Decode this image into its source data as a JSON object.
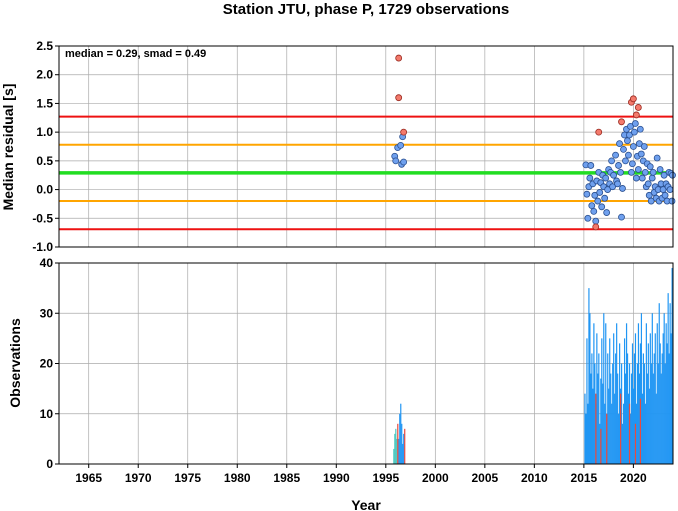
{
  "figure": {
    "title": "Station JTU, phase P, 1729 observations",
    "xlabel": "Year"
  },
  "chart_data": [
    {
      "type": "scatter",
      "ylabel": "Median residual [s]",
      "annotation": "median = 0.29, smad = 0.49",
      "xlim": [
        1962,
        2024
      ],
      "ylim": [
        -1.0,
        2.5
      ],
      "yticks": [
        "-1.0",
        "-0.5",
        "0.0",
        "0.5",
        "1.0",
        "1.5",
        "2.0",
        "2.5"
      ],
      "grid": true,
      "colors": {
        "normal": "#6fa0ee",
        "outlier": "#f37a6c",
        "median": "#22dd22",
        "smad1": "#ffa500",
        "smad2": "#ee1111"
      },
      "reference_lines": [
        {
          "y": 0.29,
          "role": "median",
          "color": "#22dd22"
        },
        {
          "y": 0.78,
          "role": "median+1smad",
          "color": "#ffa500"
        },
        {
          "y": -0.2,
          "role": "median-1smad",
          "color": "#ffa500"
        },
        {
          "y": 1.27,
          "role": "median+2smad",
          "color": "#ee1111"
        },
        {
          "y": -0.69,
          "role": "median-2smad",
          "color": "#ee1111"
        }
      ],
      "points": [
        [
          1995.9,
          0.58
        ],
        [
          1996.0,
          0.5
        ],
        [
          1996.2,
          0.73
        ],
        [
          1996.5,
          0.77
        ],
        [
          1996.6,
          0.44
        ],
        [
          1996.8,
          0.48
        ],
        [
          1996.7,
          0.92
        ],
        [
          2015.2,
          0.43
        ],
        [
          2015.3,
          -0.08
        ],
        [
          2015.4,
          -0.5
        ],
        [
          2015.5,
          0.05
        ],
        [
          2015.6,
          0.2
        ],
        [
          2015.7,
          0.42
        ],
        [
          2015.8,
          -0.28
        ],
        [
          2015.9,
          0.1
        ],
        [
          2016.0,
          -0.38
        ],
        [
          2016.1,
          -0.1
        ],
        [
          2016.2,
          -0.55
        ],
        [
          2016.3,
          0.15
        ],
        [
          2016.4,
          -0.2
        ],
        [
          2016.5,
          0.3
        ],
        [
          2016.6,
          -0.05
        ],
        [
          2016.7,
          0.12
        ],
        [
          2016.8,
          -0.3
        ],
        [
          2016.9,
          0.25
        ],
        [
          2017.0,
          0.05
        ],
        [
          2017.1,
          -0.15
        ],
        [
          2017.2,
          0.2
        ],
        [
          2017.3,
          -0.4
        ],
        [
          2017.4,
          0.0
        ],
        [
          2017.5,
          0.35
        ],
        [
          2017.6,
          0.1
        ],
        [
          2017.7,
          0.3
        ],
        [
          2017.8,
          0.5
        ],
        [
          2017.9,
          0.05
        ],
        [
          2018.0,
          0.25
        ],
        [
          2018.2,
          0.6
        ],
        [
          2018.3,
          0.15
        ],
        [
          2018.4,
          0.1
        ],
        [
          2018.5,
          0.42
        ],
        [
          2018.6,
          0.8
        ],
        [
          2018.7,
          0.3
        ],
        [
          2018.8,
          -0.48
        ],
        [
          2018.9,
          0.02
        ],
        [
          2019.0,
          0.7
        ],
        [
          2019.1,
          0.95
        ],
        [
          2019.2,
          0.5
        ],
        [
          2019.3,
          1.05
        ],
        [
          2019.4,
          0.85
        ],
        [
          2019.5,
          0.6
        ],
        [
          2019.6,
          0.95
        ],
        [
          2019.7,
          1.1
        ],
        [
          2019.8,
          0.3
        ],
        [
          2019.9,
          0.45
        ],
        [
          2020.0,
          0.75
        ],
        [
          2020.1,
          1.0
        ],
        [
          2020.2,
          1.15
        ],
        [
          2020.3,
          0.2
        ],
        [
          2020.4,
          0.58
        ],
        [
          2020.5,
          0.35
        ],
        [
          2020.6,
          0.8
        ],
        [
          2020.7,
          1.05
        ],
        [
          2020.8,
          0.62
        ],
        [
          2020.9,
          0.2
        ],
        [
          2021.0,
          0.5
        ],
        [
          2021.1,
          0.75
        ],
        [
          2021.2,
          0.3
        ],
        [
          2021.3,
          0.05
        ],
        [
          2021.4,
          0.45
        ],
        [
          2021.5,
          0.1
        ],
        [
          2021.6,
          -0.1
        ],
        [
          2021.7,
          0.4
        ],
        [
          2021.8,
          -0.2
        ],
        [
          2021.9,
          0.2
        ],
        [
          2022.0,
          0.3
        ],
        [
          2022.1,
          -0.05
        ],
        [
          2022.2,
          0.05
        ],
        [
          2022.3,
          -0.15
        ],
        [
          2022.4,
          0.55
        ],
        [
          2022.5,
          0.0
        ],
        [
          2022.6,
          -0.2
        ],
        [
          2022.7,
          0.35
        ],
        [
          2022.8,
          0.1
        ],
        [
          2022.9,
          -0.15
        ],
        [
          2023.0,
          0.0
        ],
        [
          2023.1,
          0.25
        ],
        [
          2023.2,
          -0.1
        ],
        [
          2023.3,
          0.1
        ],
        [
          2023.4,
          -0.2
        ],
        [
          2023.5,
          0.05
        ],
        [
          2023.6,
          0.3
        ],
        [
          2023.7,
          0.0
        ],
        [
          2023.8,
          0.28
        ],
        [
          2023.9,
          -0.2
        ],
        [
          2023.95,
          0.25
        ]
      ],
      "outliers": [
        [
          1996.3,
          2.29
        ],
        [
          1996.3,
          1.6
        ],
        [
          1996.8,
          1.0
        ],
        [
          2016.5,
          1.0
        ],
        [
          2016.2,
          -0.65
        ],
        [
          2018.8,
          1.18
        ],
        [
          2019.8,
          1.52
        ],
        [
          2020.0,
          1.58
        ],
        [
          2020.5,
          1.43
        ],
        [
          2020.3,
          1.3
        ]
      ]
    },
    {
      "type": "bar",
      "ylabel": "Observations",
      "xlim": [
        1962,
        2024
      ],
      "ylim": [
        0,
        40
      ],
      "yticks": [
        "0",
        "10",
        "20",
        "30",
        "40"
      ],
      "xticks": [
        "1965",
        "1970",
        "1975",
        "1980",
        "1985",
        "1990",
        "1995",
        "2000",
        "2005",
        "2010",
        "2015",
        "2020"
      ],
      "grid": true,
      "colors": {
        "main": "#2196f3",
        "early": "#4dc9c0",
        "outlier": "#e84a3f"
      },
      "series": [
        {
          "color": "#4dc9c0",
          "x": [
            1995.8,
            1995.9,
            1996.0,
            1996.1
          ],
          "values": [
            3,
            6,
            7,
            5
          ]
        },
        {
          "color": "#2196f3",
          "x": [
            1996.3,
            1996.4,
            1996.5,
            1996.6,
            1996.7,
            1996.8,
            2015.1,
            2015.2,
            2015.3,
            2015.4,
            2015.5,
            2015.6,
            2015.7,
            2015.8,
            2015.9,
            2016.0,
            2016.1,
            2016.2,
            2016.3,
            2016.4,
            2016.5,
            2016.6,
            2016.7,
            2016.8,
            2016.9,
            2017.0,
            2017.1,
            2017.2,
            2017.3,
            2017.4,
            2017.5,
            2017.6,
            2017.7,
            2017.8,
            2017.9,
            2018.0,
            2018.1,
            2018.2,
            2018.3,
            2018.4,
            2018.5,
            2018.6,
            2018.7,
            2018.8,
            2018.9,
            2019.0,
            2019.1,
            2019.2,
            2019.3,
            2019.4,
            2019.5,
            2019.6,
            2019.7,
            2019.8,
            2019.9,
            2020.0,
            2020.1,
            2020.2,
            2020.3,
            2020.4,
            2020.5,
            2020.6,
            2020.7,
            2020.8,
            2020.9,
            2021.0,
            2021.1,
            2021.2,
            2021.3,
            2021.4,
            2021.5,
            2021.6,
            2021.7,
            2021.8,
            2021.9,
            2022.0,
            2022.1,
            2022.2,
            2022.3,
            2022.4,
            2022.5,
            2022.6,
            2022.7,
            2022.8,
            2022.9,
            2023.0,
            2023.1,
            2023.2,
            2023.3,
            2023.4,
            2023.5,
            2023.6,
            2023.7,
            2023.8,
            2023.9
          ],
          "values": [
            5,
            10,
            12,
            8,
            4,
            6,
            14,
            10,
            25,
            12,
            35,
            30,
            18,
            22,
            15,
            28,
            20,
            12,
            26,
            18,
            22,
            8,
            17,
            25,
            16,
            30,
            12,
            28,
            10,
            22,
            15,
            25,
            18,
            12,
            20,
            26,
            14,
            22,
            28,
            18,
            10,
            24,
            15,
            20,
            8,
            12,
            25,
            18,
            28,
            22,
            14,
            20,
            10,
            18,
            24,
            15,
            22,
            26,
            12,
            20,
            28,
            18,
            24,
            30,
            14,
            22,
            20,
            12,
            28,
            18,
            24,
            15,
            26,
            20,
            30,
            18,
            22,
            26,
            14,
            28,
            20,
            32,
            24,
            18,
            22,
            26,
            30,
            20,
            28,
            24,
            34,
            22,
            32,
            26,
            39
          ]
        },
        {
          "color": "#e84a3f",
          "x": [
            1996.2,
            1996.9,
            2016.2,
            2016.7,
            2017.3,
            2018.7,
            2019.6,
            2020.2,
            2020.7
          ],
          "values": [
            8,
            7,
            14,
            7,
            10,
            14,
            12,
            8,
            13
          ]
        }
      ]
    }
  ]
}
